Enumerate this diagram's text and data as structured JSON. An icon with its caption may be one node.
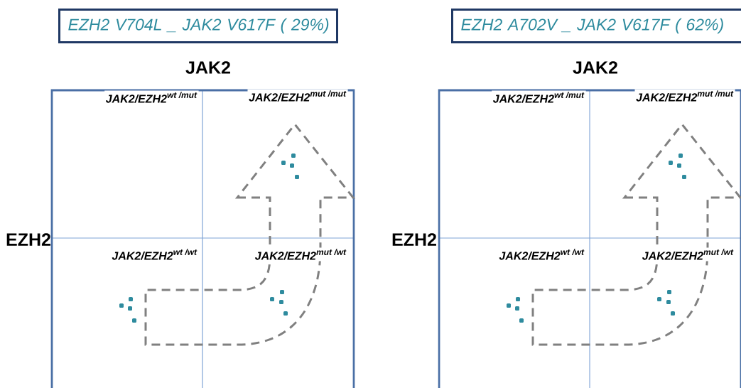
{
  "diagram": {
    "nodes": [
      {
        "text": [
          "EZH2 V704L _  JAK2 V617F ( 29%)"
        ]
      },
      {
        "text": [
          "EZH2 A702V _ JAK2 V617F ( 62%)"
        ]
      }
    ],
    "labels": [
      "JAK2",
      "JAK2",
      "\\text{JAK2/EZH2}^{\\text{wt /mut}}",
      "\\text{JAK2/EZH2}^{\\text{mut /mut}}",
      "\\text{JAK2/EZH2}^{\\text{wt /mut}}",
      "\\text{JAK2/EZH2}^{\\text{mut /mut}}",
      "EZH2",
      "EZH2",
      "\\text{JAK2/EZH2}^{\\text{wt /wt}}",
      "\\text{JAK2/EZH2}^{\\text{mut /wt}}",
      "\\text{JAK2/EZH2}^{\\text{wt /wt}}",
      "\\text{JAK2/EZH2}^{\\text{mut /wt}}"
    ]
  }
}
